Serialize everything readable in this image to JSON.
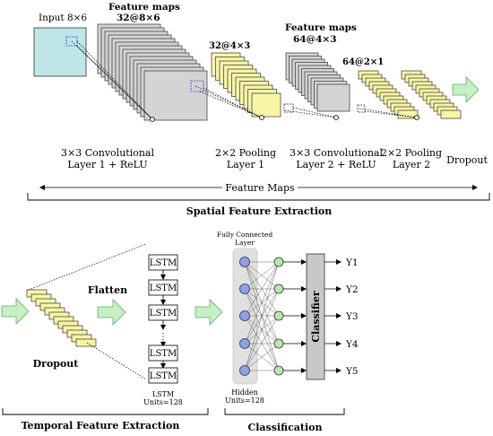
{
  "spatial": {
    "input_label": "Input 8×6",
    "fm1_title": "Feature maps",
    "fm1_dims": "32@8×6",
    "pool1_dims": "32@4×3",
    "fm2_title": "Feature maps",
    "fm2_dims": "64@4×3",
    "pool2_dims": "64@2×1",
    "conv1_line1": "3×3 Convolutional",
    "conv1_line2": "Layer 1 + ReLU",
    "pool1_line1": "2×2 Pooling",
    "pool1_line2": "Layer 1",
    "conv2_line1": "3×3 Convolutional",
    "conv2_line2": "Layer 2 + ReLU",
    "pool2_line1": "2×2 Pooling",
    "pool2_line2": "Layer 2",
    "dropout": "Dropout",
    "feature_maps_span": "Feature Maps",
    "section_title": "Spatial Feature Extraction"
  },
  "temporal": {
    "dropout": "Dropout",
    "flatten": "Flatten",
    "lstm_cells": [
      "LSTM",
      "LSTM",
      "LSTM",
      "LSTM",
      "LSTM"
    ],
    "lstm_caption_line1": "LSTM",
    "lstm_caption_line2": "Units=128",
    "section_title": "Temporal Feature Extraction"
  },
  "classification": {
    "fc_line1": "Fully Connected",
    "fc_line2": "Layer",
    "hidden_line1": "Hidden",
    "hidden_line2": "Units=128",
    "classifier": "Classifier",
    "outputs": [
      "Y1",
      "Y2",
      "Y3",
      "Y4",
      "Y5"
    ],
    "section_title": "Classification"
  },
  "colors": {
    "input_fill": "#bfe6e6",
    "conv_fill": "#d4d4d4",
    "pool_fill": "#f8f4a6",
    "arrow_fill": "#c6efc6",
    "hidden_node": "#8fa0e6",
    "output_node": "#b9e6b0",
    "fc_panel": "#e0e0e0",
    "classifier_fill": "#c8c8c8"
  }
}
